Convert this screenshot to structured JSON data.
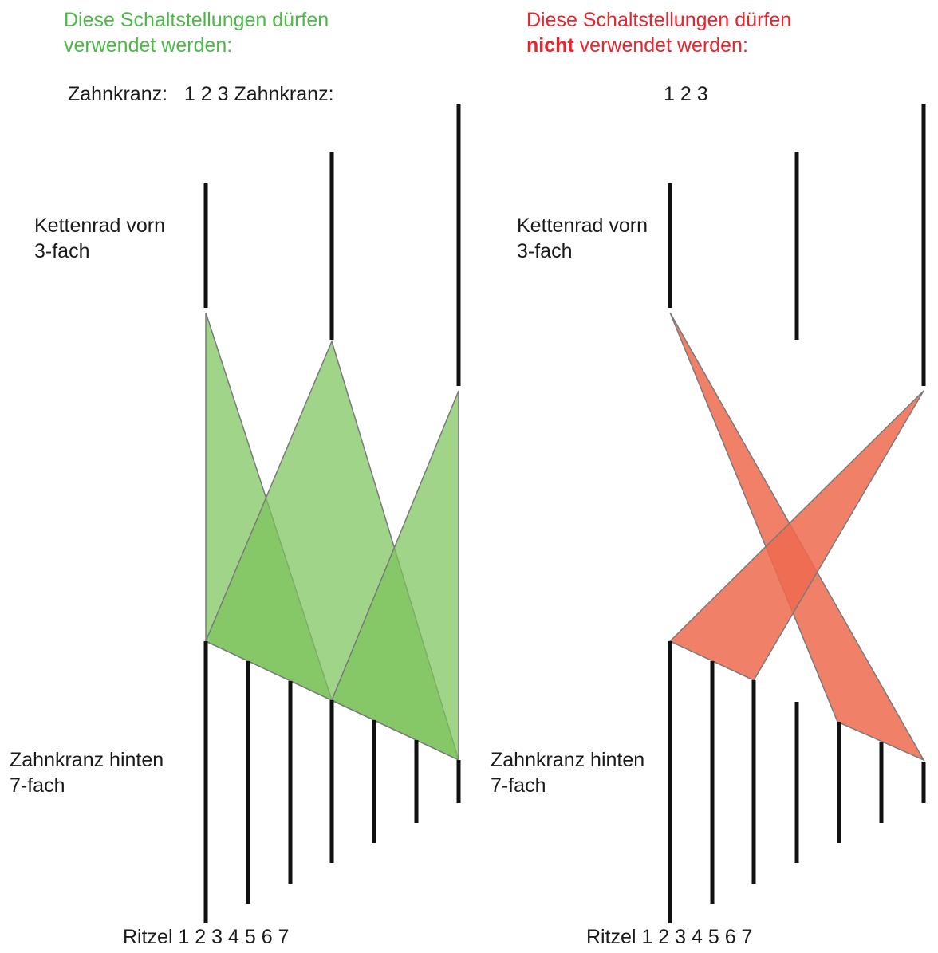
{
  "left_panel": {
    "heading_line1": "Diese Schaltstellungen dürfen",
    "heading_line2": "verwendet werden:",
    "top_label": "Zahnkranz:   1 2 3 Zahnkranz:",
    "front_label_line1": "Kettenrad vorn",
    "front_label_line2": "3-fach",
    "rear_label_line1": "Zahnkranz hinten",
    "rear_label_line2": "7-fach",
    "bottom_label": "Ritzel 1 2 3 4 5 6 7",
    "fill_color": "#7cc35a"
  },
  "right_panel": {
    "heading_line1": "Diese Schaltstellungen dürfen",
    "heading_bold": "nicht",
    "heading_line2_rest": " verwendet werden:",
    "top_label": "1 2 3",
    "front_label_line1": "Kettenrad vorn",
    "front_label_line2": "3-fach",
    "rear_label_line1": "Zahnkranz hinten",
    "rear_label_line2": "7-fach",
    "bottom_label": "Ritzel 1 2 3 4 5 6 7",
    "fill_color": "#ee6a4f"
  }
}
